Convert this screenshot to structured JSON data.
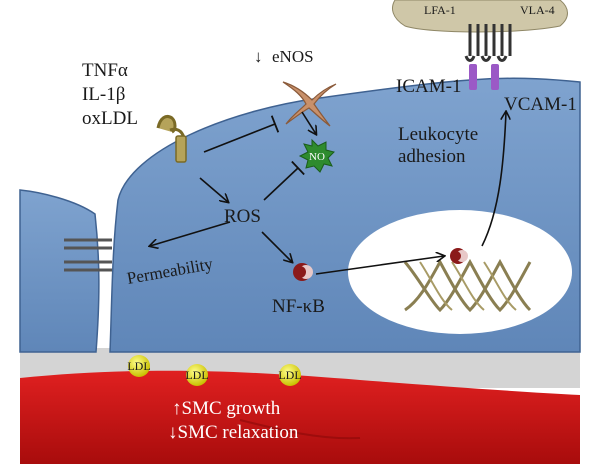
{
  "labels": {
    "stimulus_1": "TNFα",
    "stimulus_2": "IL-1β",
    "stimulus_3": "oxLDL",
    "enos_arrow": "↓",
    "enos": "eNOS",
    "no": "NO",
    "ros": "ROS",
    "permeability": "Permeability",
    "nfkb": "NF-κB",
    "lfa1": "LFA-1",
    "vla4": "VLA-4",
    "icam1": "ICAM-1",
    "vcam1": "VCAM-1",
    "leukocyte": "Leukocyte",
    "adhesion": "adhesion",
    "ldl": "LDL",
    "smc_growth": "↑SMC growth",
    "smc_relaxation": "↓SMC relaxation"
  },
  "colors": {
    "endothelial_cell": "#6f95c4",
    "cell_outline": "#3f6291",
    "nucleus": "#ffffff",
    "basement_membrane": "#d4d4d4",
    "smooth_muscle": "#cf1616",
    "no_burst": "#2e8b2e",
    "ldl_particle": "#e8e000",
    "adhesion_molecule": "#9b59c6",
    "leukocyte_membrane": "#cfc7a8",
    "receptor": "#b5a35a",
    "enos_enzyme": "#c8906a",
    "nfkb_complex": "#8b1a1a",
    "dna": "#8a7f52"
  }
}
